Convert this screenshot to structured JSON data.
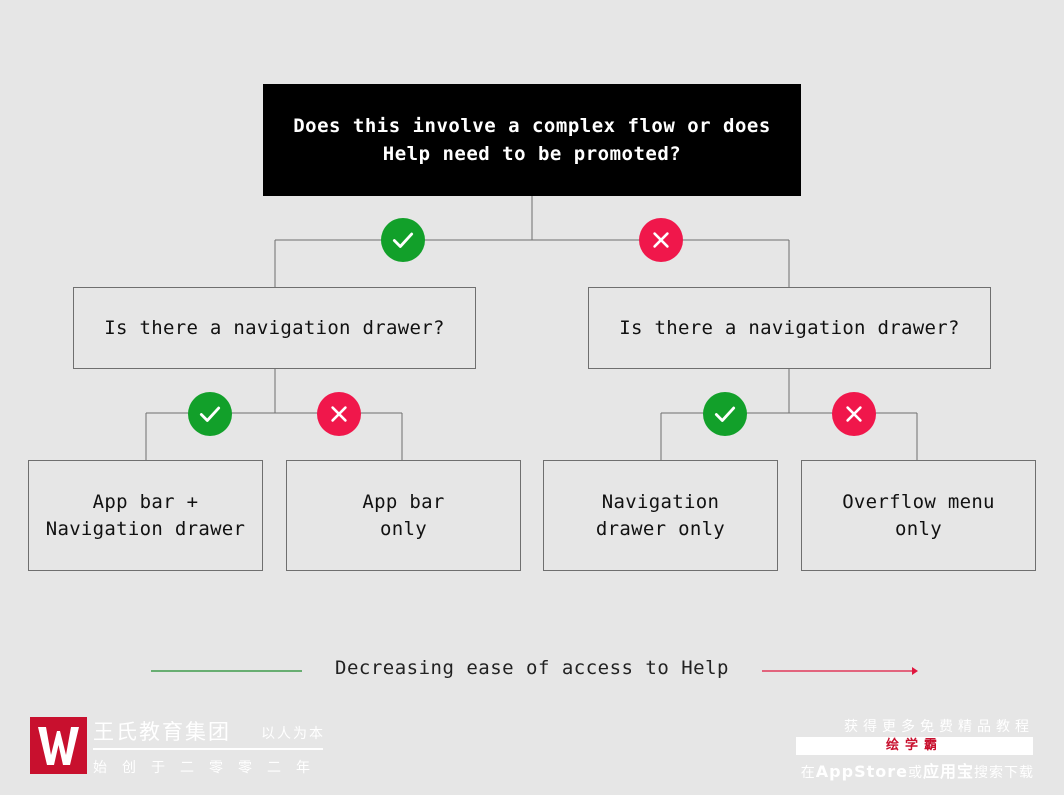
{
  "root": {
    "question": "Does this involve a complex flow or does\nHelp need to be promoted?"
  },
  "left_branch": {
    "question": "Is there a navigation drawer?",
    "yes_outcome": "App bar +\nNavigation drawer",
    "no_outcome": "App bar\nonly"
  },
  "right_branch": {
    "question": "Is there a navigation drawer?",
    "yes_outcome": "Navigation\ndrawer only",
    "no_outcome": "Overflow menu\nonly"
  },
  "legend": {
    "text": "Decreasing ease of access to Help",
    "start_color": "#1e8c2d",
    "end_color": "#e0163f"
  },
  "colors": {
    "yes": "#12a02a",
    "no": "#f0174b",
    "root_bg": "#000000",
    "background": "#e6e6e6"
  },
  "icons": {
    "yes": "checkmark-icon",
    "no": "cross-icon"
  },
  "watermark": {
    "brand_name": "王氏教育集团",
    "slogan": "以人为本",
    "founded": "始创于二零零二年",
    "promo_line1": "获得更多免费精品教程",
    "promo_app": "绘学霸",
    "promo_line3_prefix": "在",
    "promo_store1": "AppStore",
    "promo_or": "或",
    "promo_store2": "应用宝",
    "promo_suffix": "搜索下载"
  }
}
